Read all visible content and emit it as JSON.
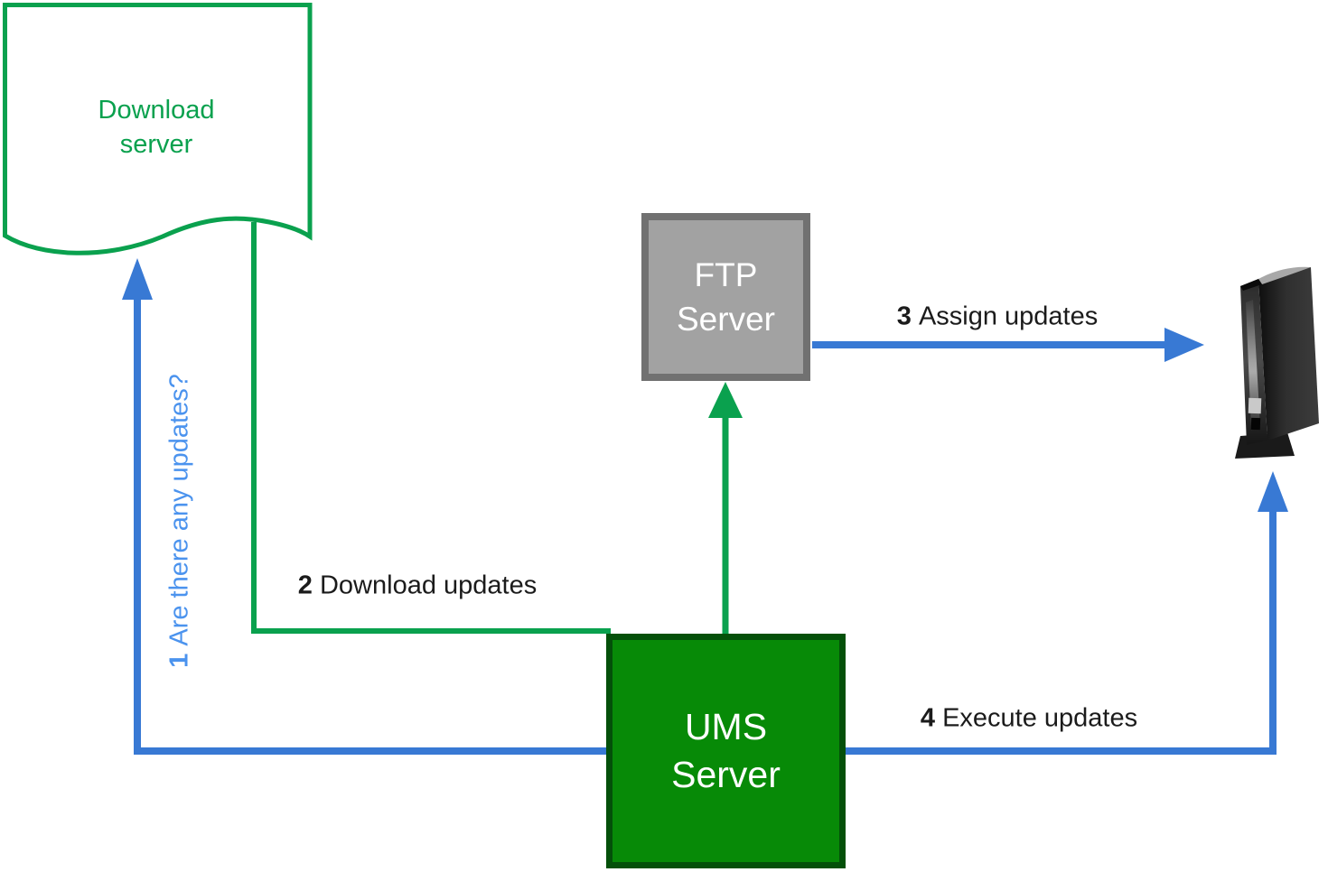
{
  "diagram": {
    "download_server": {
      "line1": "Download",
      "line2": "server"
    },
    "ftp_server": {
      "line1": "FTP",
      "line2": "Server"
    },
    "ums_server": {
      "line1": "UMS",
      "line2": "Server"
    },
    "steps": {
      "s1": {
        "num": "1",
        "text": "Are there any updates?"
      },
      "s2": {
        "num": "2",
        "text": "Download updates"
      },
      "s3": {
        "num": "3",
        "text": "Assign updates"
      },
      "s4": {
        "num": "4",
        "text": "Execute updates"
      }
    },
    "colors": {
      "blue_arrow": "#3879d4",
      "blue_text": "#4b93ee",
      "green": "#0aa14e",
      "ums_fill": "#078a07",
      "ums_border": "#04500a",
      "ftp_fill": "#a2a2a2",
      "ftp_border": "#717171",
      "label_text": "#1b1b1b"
    },
    "device": "thin-client-endpoint"
  }
}
